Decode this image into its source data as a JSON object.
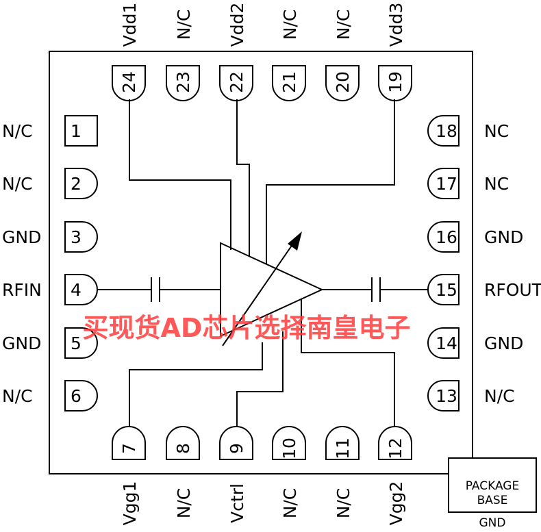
{
  "diagram": {
    "top_pins": [
      {
        "num": "24",
        "label": "Vdd1"
      },
      {
        "num": "23",
        "label": "N/C"
      },
      {
        "num": "22",
        "label": "Vdd2"
      },
      {
        "num": "21",
        "label": "N/C"
      },
      {
        "num": "20",
        "label": "N/C"
      },
      {
        "num": "19",
        "label": "Vdd3"
      }
    ],
    "left_pins": [
      {
        "num": "1",
        "label": "N/C"
      },
      {
        "num": "2",
        "label": "N/C"
      },
      {
        "num": "3",
        "label": "GND"
      },
      {
        "num": "4",
        "label": "RFIN"
      },
      {
        "num": "5",
        "label": "GND"
      },
      {
        "num": "6",
        "label": "N/C"
      }
    ],
    "right_pins": [
      {
        "num": "18",
        "label": "NC"
      },
      {
        "num": "17",
        "label": "NC"
      },
      {
        "num": "16",
        "label": "GND"
      },
      {
        "num": "15",
        "label": "RFOUT"
      },
      {
        "num": "14",
        "label": "GND"
      },
      {
        "num": "13",
        "label": "N/C"
      }
    ],
    "bottom_pins": [
      {
        "num": "7",
        "label": "Vgg1"
      },
      {
        "num": "8",
        "label": "N/C"
      },
      {
        "num": "9",
        "label": "Vctrl"
      },
      {
        "num": "10",
        "label": "N/C"
      },
      {
        "num": "11",
        "label": "N/C"
      },
      {
        "num": "12",
        "label": "Vgg2"
      }
    ],
    "package_base": {
      "line1": "PACKAGE",
      "line2": "BASE",
      "label": "GND"
    }
  },
  "watermark": "买现货AD芯片选择南皇电子",
  "colors": {
    "line": "#000000",
    "watermark": "#ff3b3b",
    "background": "#ffffff"
  }
}
